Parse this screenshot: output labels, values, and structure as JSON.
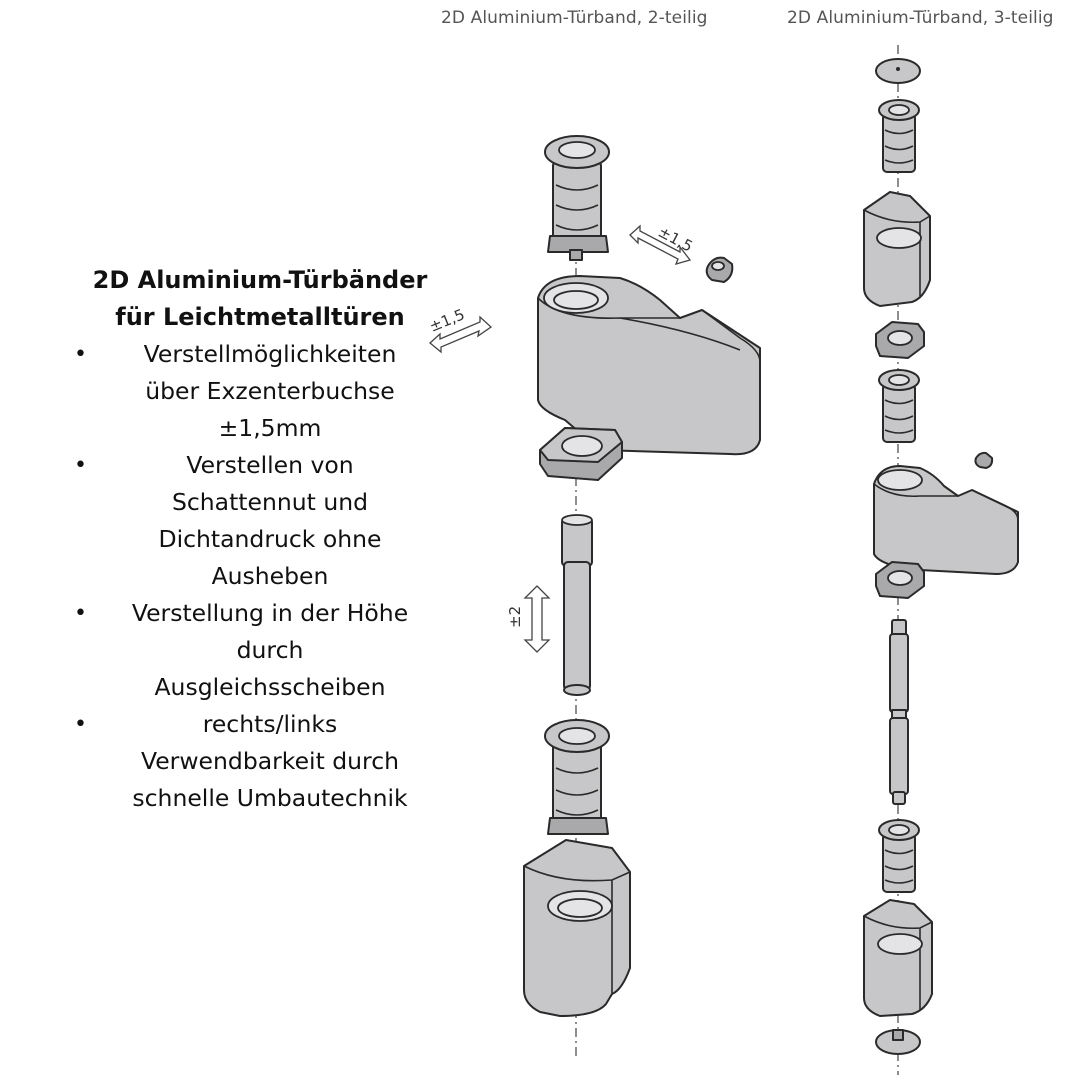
{
  "captions": {
    "two_part": "2D Aluminium-Türband, 2-teilig",
    "three_part": "2D Aluminium-Türband, 3-teilig"
  },
  "heading": {
    "line1": "2D Aluminium-Türbänder",
    "line2": "für Leichtmetalltüren"
  },
  "features": [
    "Verstellmöglichkeiten über Exzenterbuchse ±1,5mm",
    "Verstellen von Schattennut und Dichtandruck ohne Ausheben",
    "Verstellung in der Höhe durch Ausgleichsscheiben",
    "rechts/links Verwendbarkeit durch schnelle Umbautechnik"
  ],
  "feature_lines": [
    [
      "Verstellmöglichkeiten",
      "über Exzenterbuchse",
      "±1,5mm"
    ],
    [
      "Verstellen von",
      "Schattennut und",
      "Dichtandruck ohne",
      "Ausheben"
    ],
    [
      "Verstellung in der Höhe",
      "durch",
      "Ausgleichsscheiben"
    ],
    [
      "rechts/links",
      "Verwendbarkeit durch",
      "schnelle Umbautechnik"
    ]
  ],
  "bullet": "•",
  "dimensions": {
    "horizontal_adjust_1": "±1,5",
    "horizontal_adjust_2": "±1,5",
    "height_adjust": "±2"
  }
}
